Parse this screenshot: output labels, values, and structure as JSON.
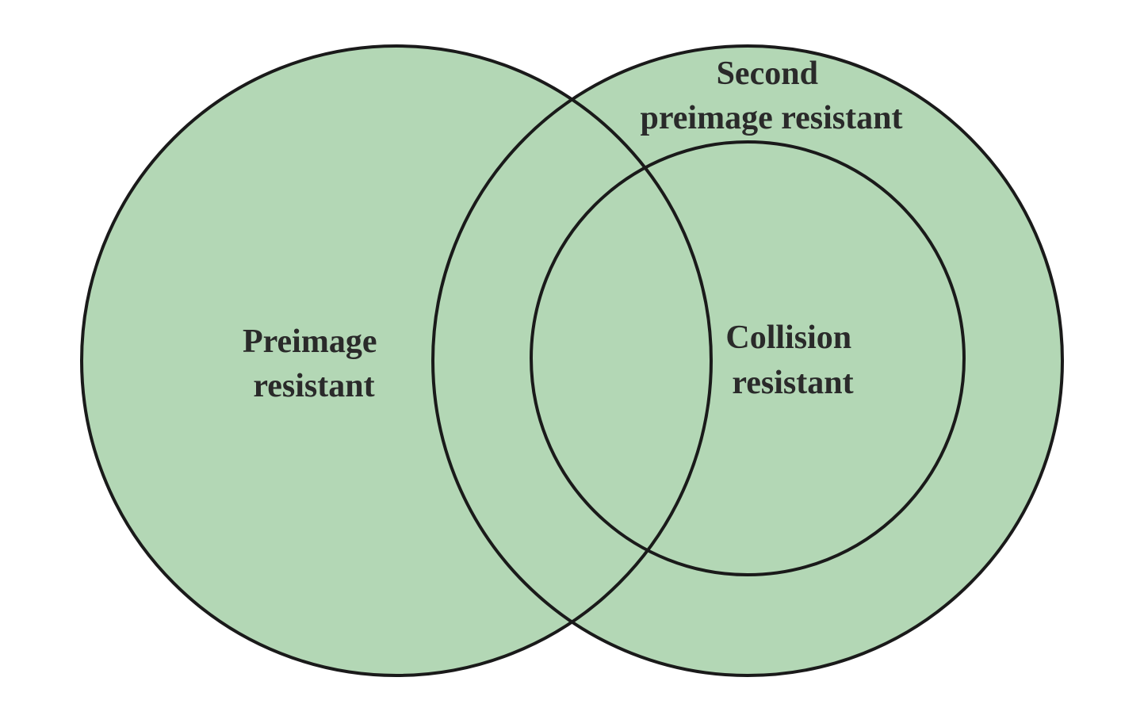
{
  "fill_color": "#b3d7b5",
  "stroke_color": "#1a1a1a",
  "labels": {
    "preimage": [
      "Preimage",
      "resistant"
    ],
    "second_preimage": [
      "Second",
      "preimage resistant"
    ],
    "collision": [
      "Collision",
      "resistant"
    ]
  }
}
